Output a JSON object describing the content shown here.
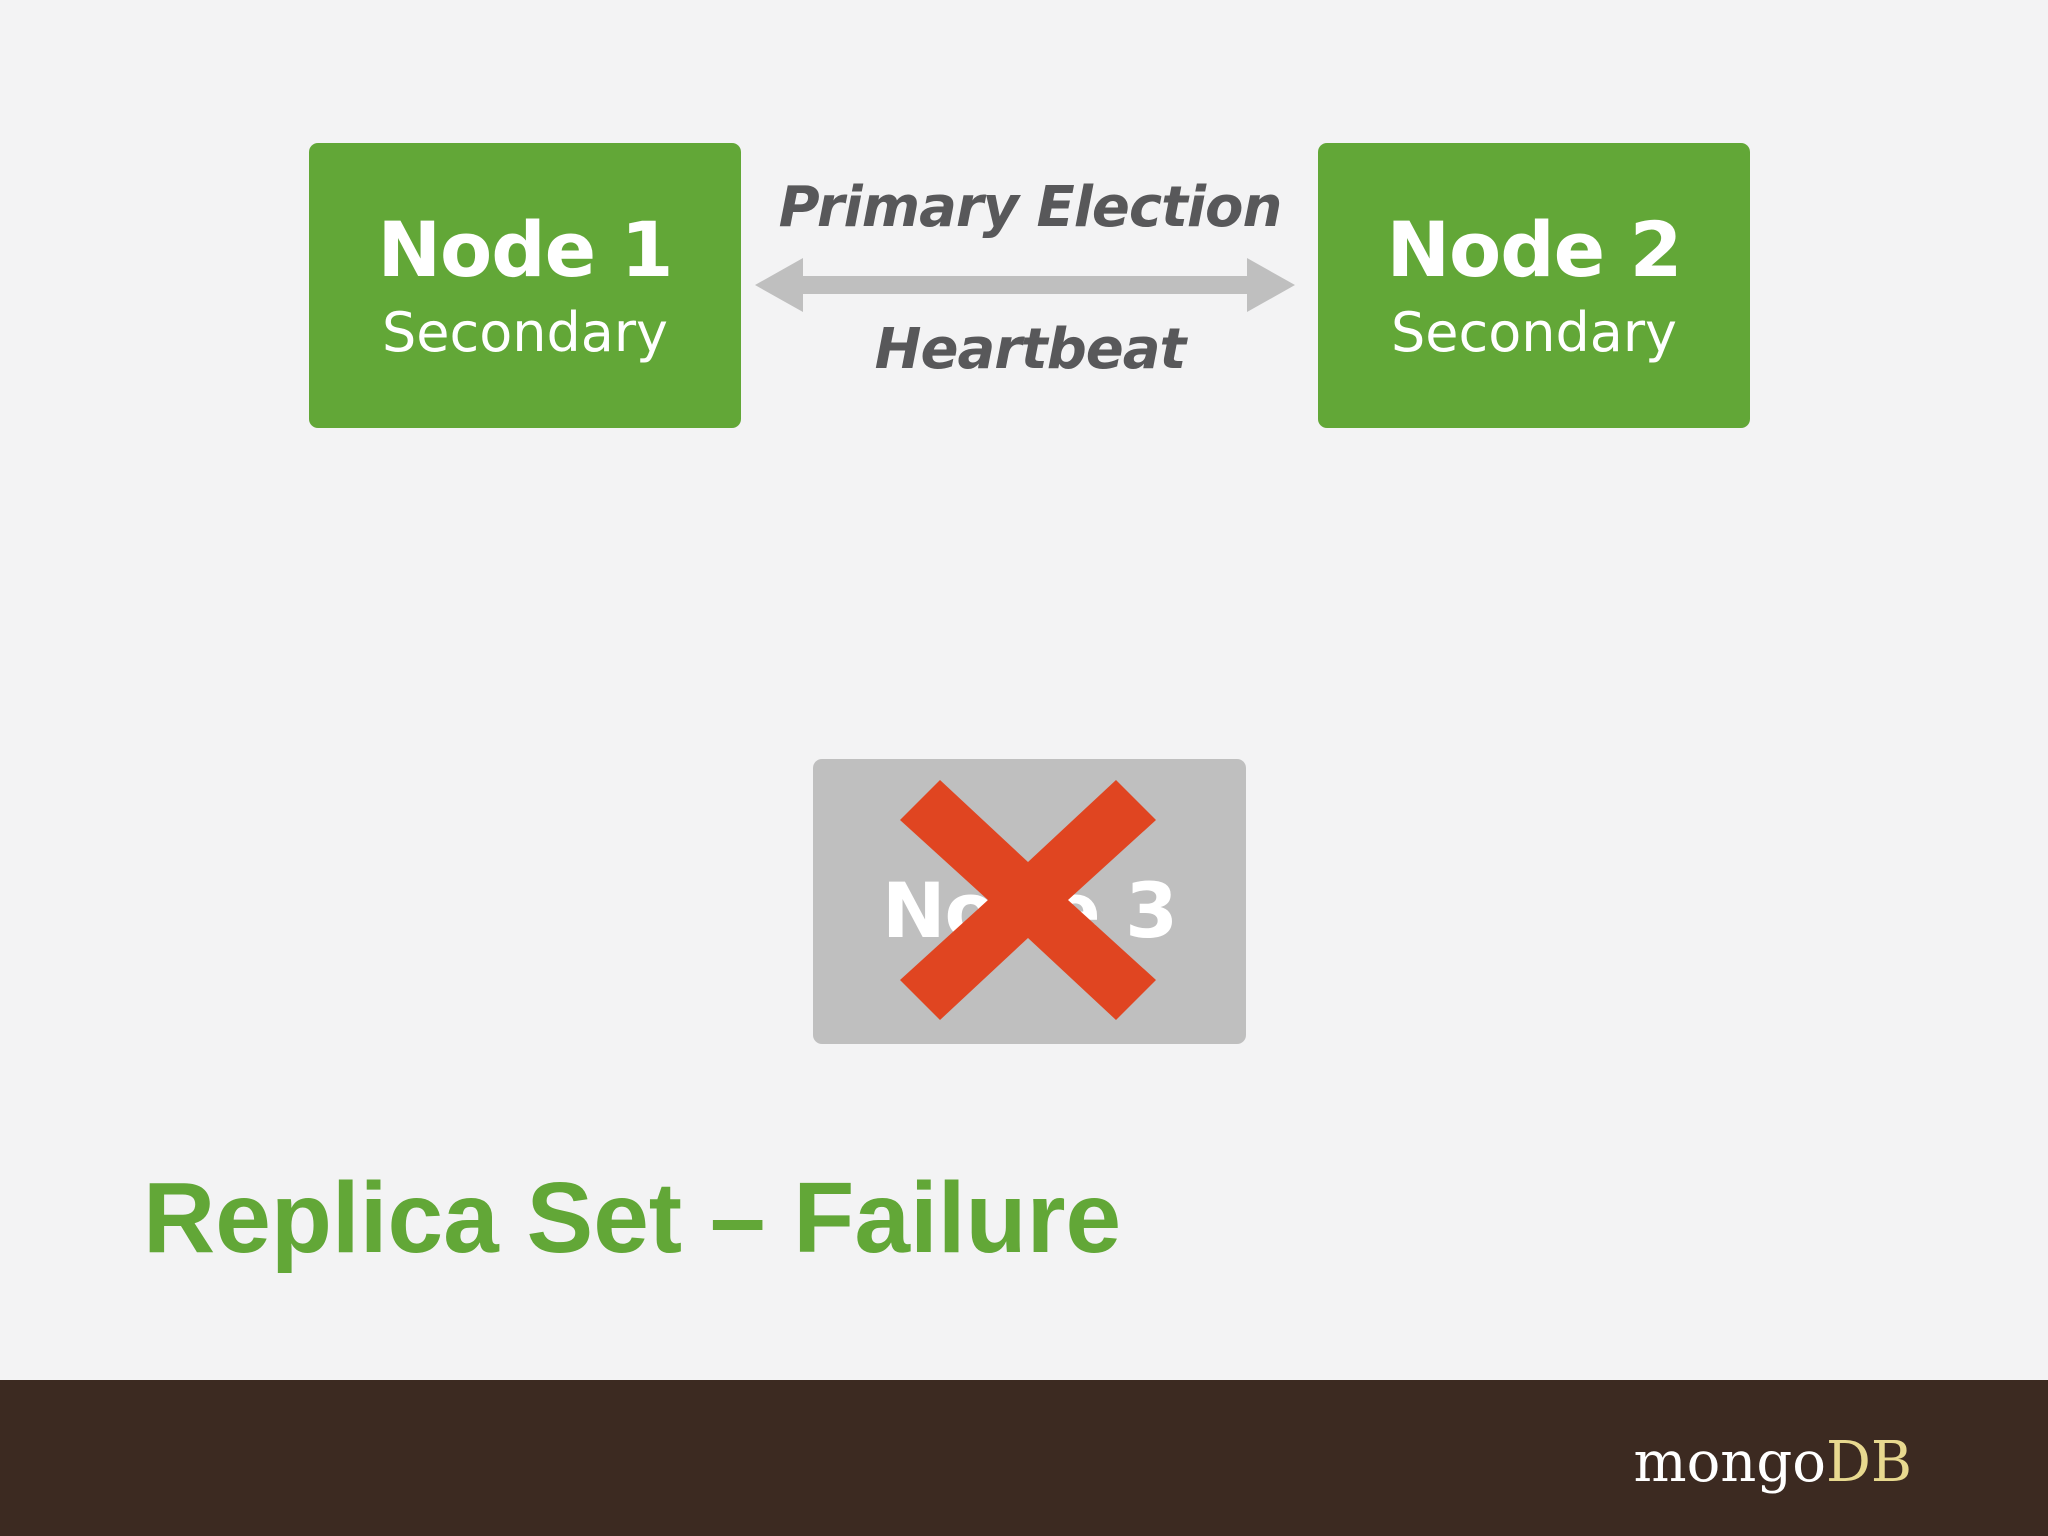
{
  "nodes": [
    {
      "title": "Node 1",
      "role": "Secondary",
      "state": "secondary"
    },
    {
      "title": "Node 2",
      "role": "Secondary",
      "state": "secondary"
    },
    {
      "title": "Node 3",
      "role": "",
      "state": "failed"
    }
  ],
  "connection": {
    "top_label": "Primary Election",
    "bottom_label": "Heartbeat",
    "direction": "bidirectional"
  },
  "failure_marker": "x-icon",
  "slide_title": "Replica Set – Failure",
  "logo": {
    "part1": "mongo",
    "part2": "DB"
  },
  "colors": {
    "node_active": "#62a737",
    "node_failed": "#bfbfbf",
    "failure_x": "#e04521",
    "arrow": "#bfbfbf",
    "label_text": "#58585a",
    "title": "#62a737",
    "footer": "#3c2a21",
    "logo_accent": "#e8d98f"
  }
}
